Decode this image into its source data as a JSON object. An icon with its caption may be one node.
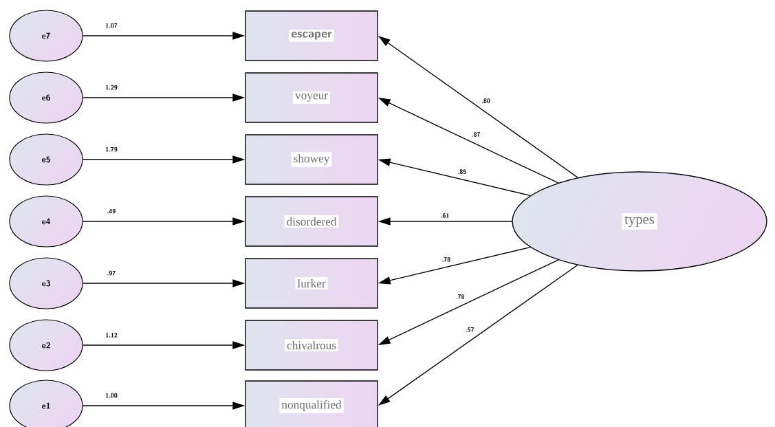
{
  "diagram": {
    "nodes": [
      {
        "text": [
          "e7"
        ],
        "beside": [
          "1.07"
        ]
      },
      {
        "text": [
          "e6"
        ],
        "beside": [
          "1.29"
        ]
      },
      {
        "text": [
          "e5"
        ],
        "beside": [
          "1.79"
        ]
      },
      {
        "text": [
          "e4"
        ],
        "beside": [
          ".49"
        ]
      },
      {
        "text": [
          "e3"
        ],
        "beside": [
          ".97"
        ]
      },
      {
        "text": [
          "e2"
        ],
        "beside": [
          "1.12"
        ]
      },
      {
        "text": [
          "e1"
        ],
        "beside": [
          "1.00"
        ]
      },
      {
        "text": [
          "escaper"
        ]
      },
      {
        "text": [
          "voyeur"
        ]
      },
      {
        "text": [
          "showey"
        ]
      },
      {
        "text": [
          "disordered"
        ]
      },
      {
        "text": [
          "lurker"
        ]
      },
      {
        "text": [
          "chivalrous"
        ]
      },
      {
        "text": [
          "nonqualified"
        ]
      },
      {
        "text": [
          "types"
        ]
      }
    ],
    "edges": [
      {
        "from": 0,
        "to": 7,
        "arrow": "to"
      },
      {
        "from": 1,
        "to": 8,
        "arrow": "to"
      },
      {
        "from": 2,
        "to": 9,
        "arrow": "to"
      },
      {
        "from": 3,
        "to": 10,
        "arrow": "to"
      },
      {
        "from": 4,
        "to": 11,
        "arrow": "to"
      },
      {
        "from": 5,
        "to": 12,
        "arrow": "to"
      },
      {
        "from": 6,
        "to": 13,
        "arrow": "to"
      },
      {
        "from": 14,
        "to": 7,
        "arrow": "to",
        "label": ".80"
      },
      {
        "from": 14,
        "to": 8,
        "arrow": "to",
        "label": ".87"
      },
      {
        "from": 14,
        "to": 9,
        "arrow": "to",
        "label": ".85"
      },
      {
        "from": 14,
        "to": 10,
        "arrow": "to",
        "label": ".61"
      },
      {
        "from": 14,
        "to": 11,
        "arrow": "to",
        "label": ".78"
      },
      {
        "from": 14,
        "to": 12,
        "arrow": "to",
        "label": ".78"
      },
      {
        "from": 14,
        "to": 13,
        "arrow": "to",
        "label": ".57"
      }
    ]
  }
}
